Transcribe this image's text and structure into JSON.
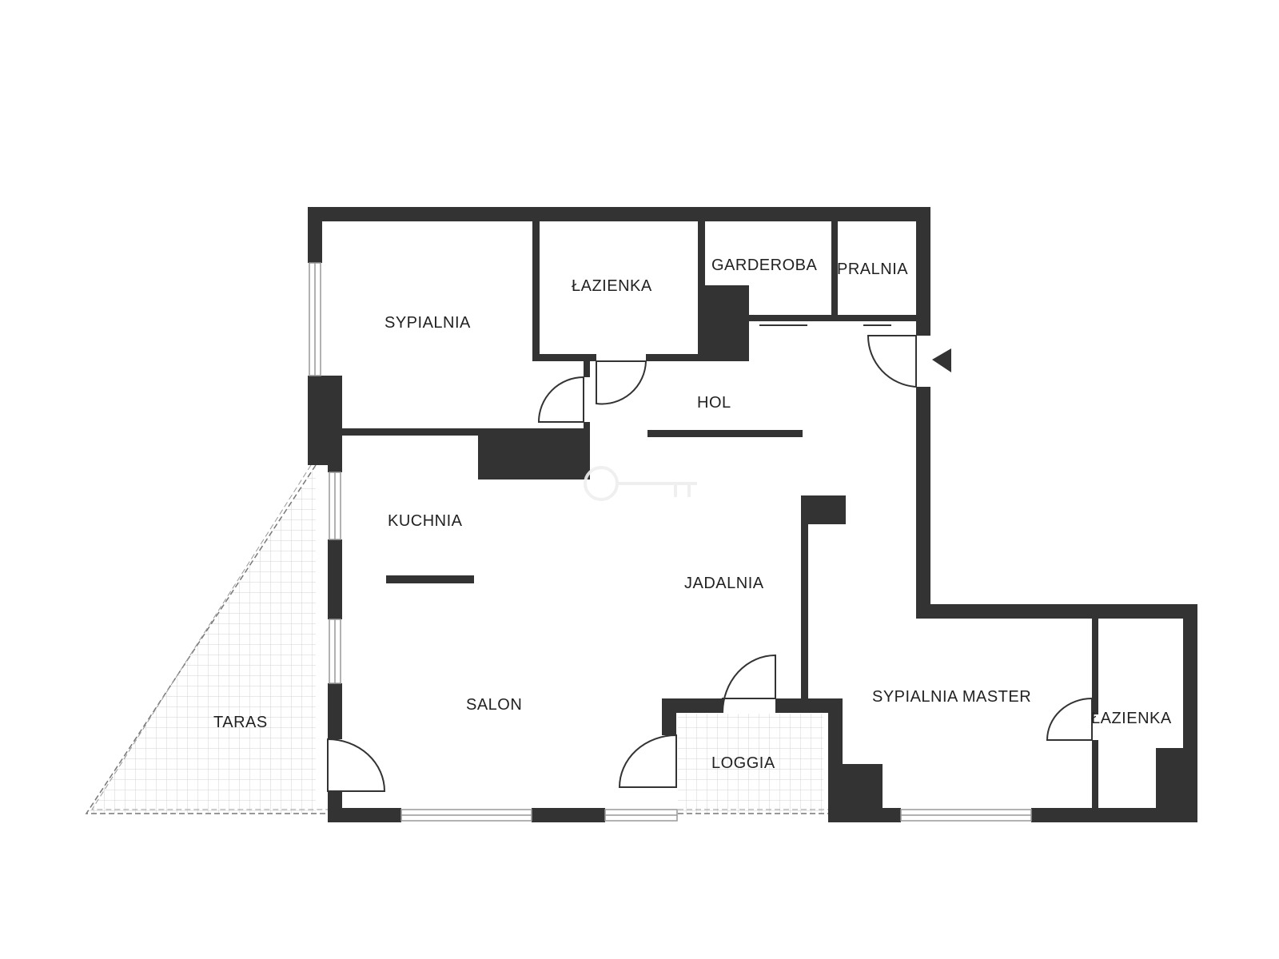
{
  "colors": {
    "wall": "#333333",
    "background": "#ffffff",
    "terrace_grid": "#d0d0d0",
    "window": "#bbbbbb"
  },
  "rooms": {
    "sypialnia": "SYPIALNIA",
    "lazienka_1": "ŁAZIENKA",
    "garderoba": "GARDEROBA",
    "pralnia": "PRALNIA",
    "hol": "HOL",
    "kuchnia": "KUCHNIA",
    "jadalnia": "JADALNIA",
    "salon": "SALON",
    "taras": "TARAS",
    "loggia": "LOGGIA",
    "sypialnia_master": "SYPIALNIA MASTER",
    "lazienka_2": "ŁAZIENKA"
  },
  "icons": {
    "entrance": "entrance-arrow-icon",
    "watermark": "key-watermark-icon"
  }
}
